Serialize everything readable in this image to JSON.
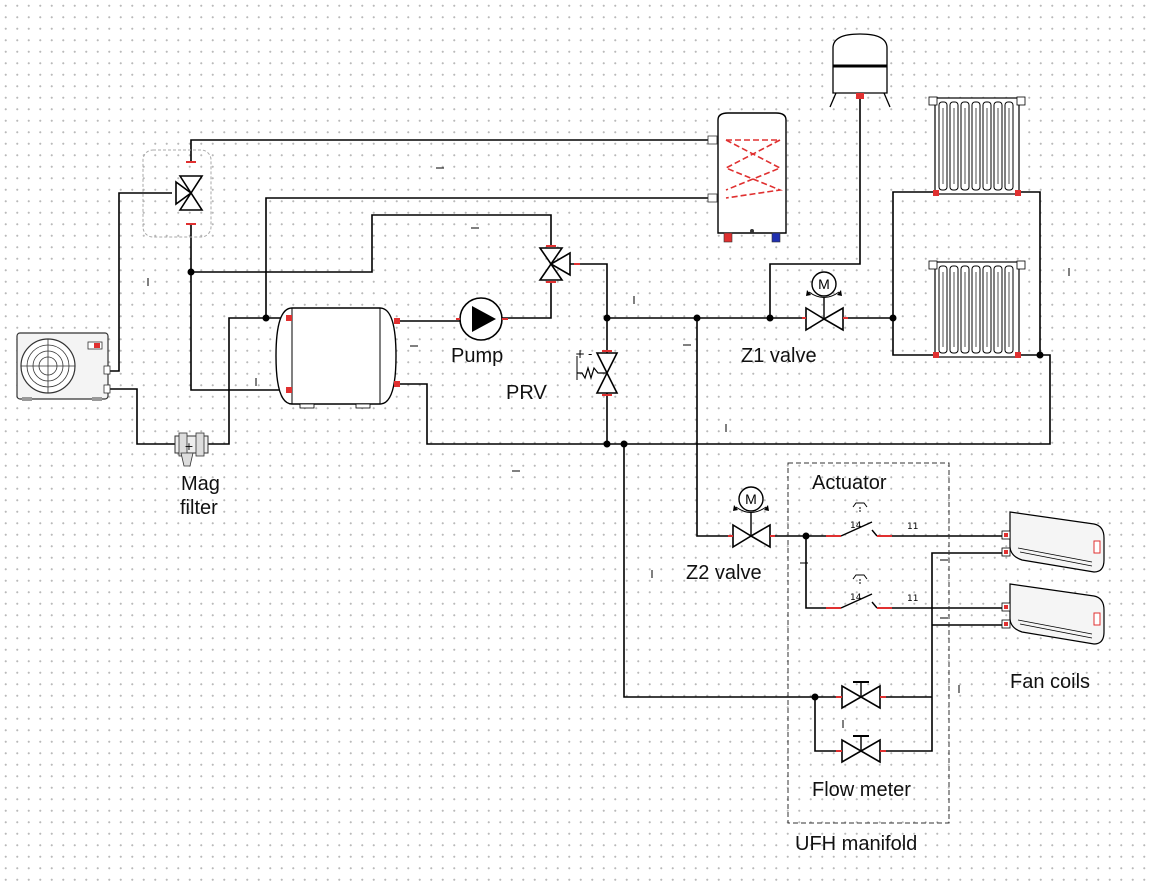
{
  "diagram": {
    "labels": {
      "pump": "Pump",
      "prv": "PRV",
      "mag_filter_line1": "Mag",
      "mag_filter_line2": "filter",
      "z1_valve": "Z1 valve",
      "z2_valve": "Z2 valve",
      "actuator": "Actuator",
      "flow_meter": "Flow meter",
      "ufh_manifold": "UFH manifold",
      "fan_coils": "Fan coils",
      "motor_letter": "M",
      "contact_no": "14",
      "contact_com": "11"
    },
    "colors": {
      "pipe": "#000000",
      "port": "#e03030",
      "coil": "#e03030",
      "stroke": "#222222"
    }
  }
}
